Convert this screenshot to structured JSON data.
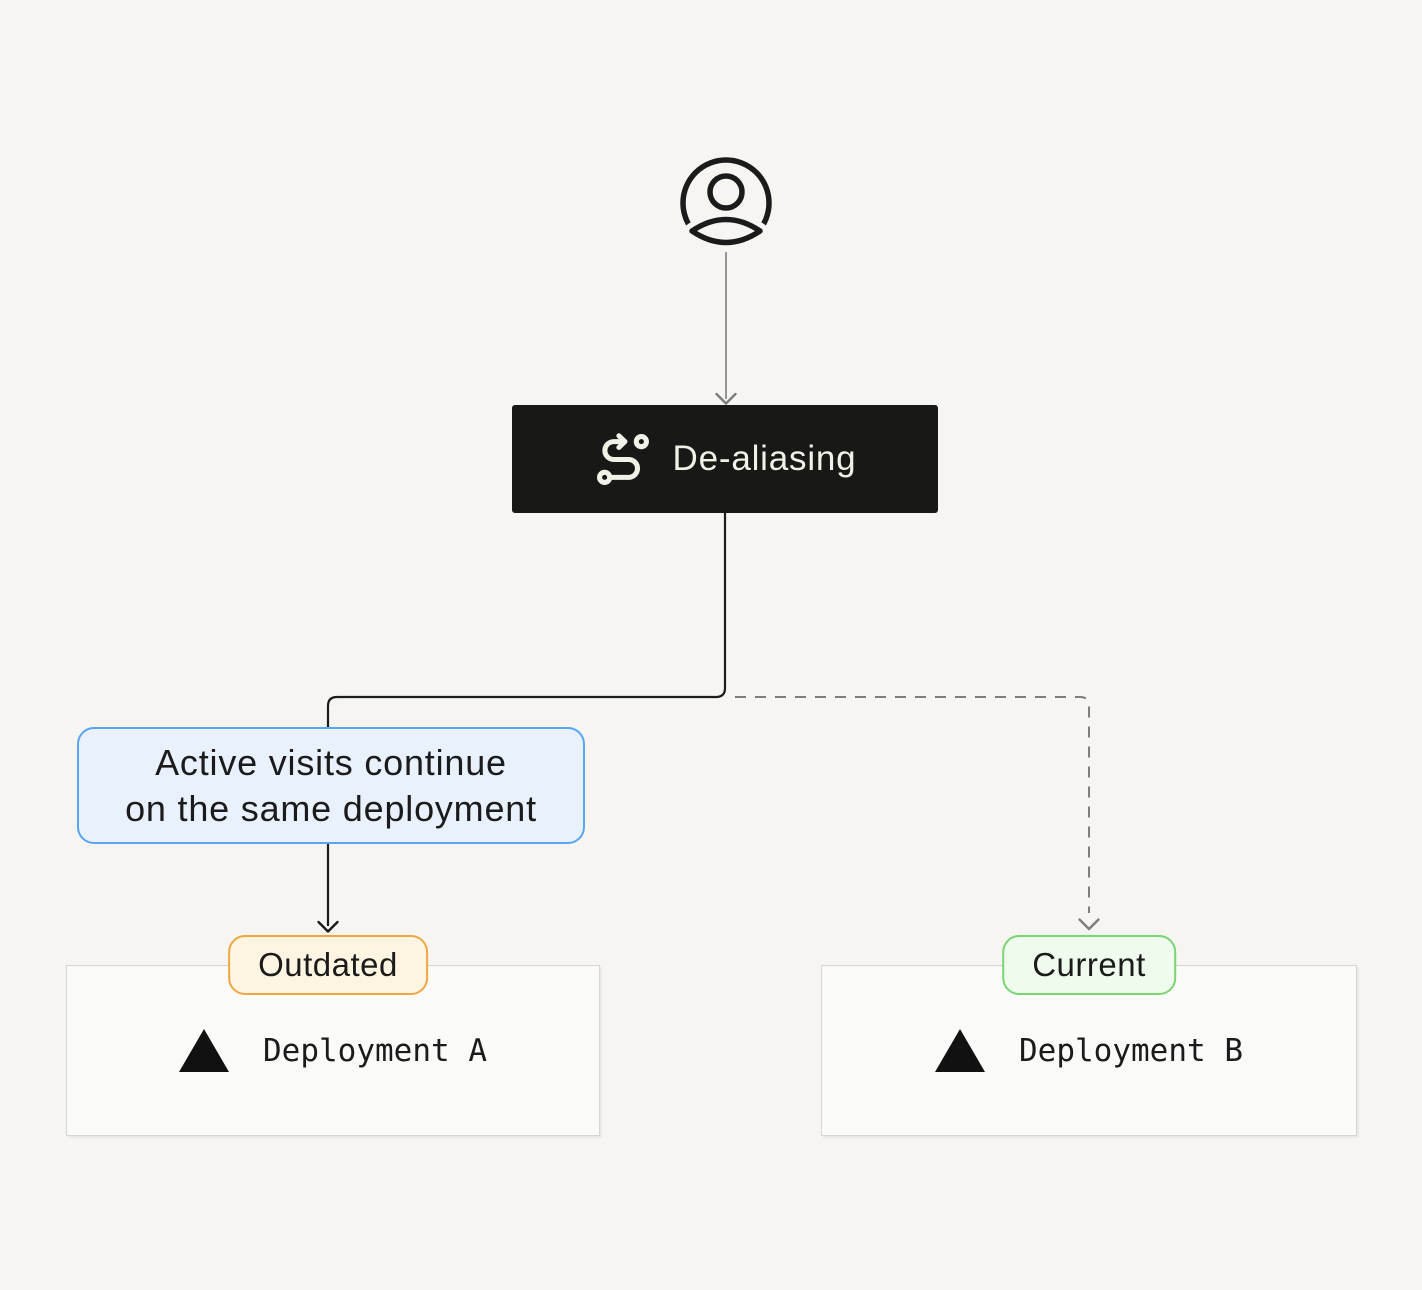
{
  "nodes": {
    "user": {
      "icon": "user-icon"
    },
    "dealiasing": {
      "icon": "route-icon",
      "label": "De-aliasing"
    },
    "note": {
      "line1": "Active visits continue",
      "line2": "on the same deployment"
    },
    "deployment_a": {
      "badge": "Outdated",
      "icon": "vercel-triangle-icon",
      "label": "Deployment A"
    },
    "deployment_b": {
      "badge": "Current",
      "icon": "vercel-triangle-icon",
      "label": "Deployment B"
    }
  },
  "edges": [
    {
      "from": "user",
      "to": "dealiasing",
      "style": "solid",
      "color": "gray",
      "arrow": true
    },
    {
      "from": "dealiasing",
      "to": "deployment_a",
      "style": "solid",
      "color": "black",
      "arrow": true,
      "through": "note"
    },
    {
      "from": "dealiasing",
      "to": "deployment_b",
      "style": "dashed",
      "color": "gray",
      "arrow": true
    }
  ],
  "colors": {
    "background": "#f6f5f2",
    "node_bg": "#181817",
    "node_text": "#eef2e7",
    "solid_line": "#1c1c1c",
    "dashed_line": "#7d7d7d",
    "note_bg": "#e9f1fd",
    "note_border": "#58a5f3",
    "outdated_bg": "#fdf4e1",
    "outdated_border": "#f0a743",
    "current_bg": "#effbec",
    "current_border": "#79d571",
    "deploy_box_bg": "#fafaf8",
    "deploy_box_border": "#d6d5d2",
    "text": "#1b1b1b"
  }
}
